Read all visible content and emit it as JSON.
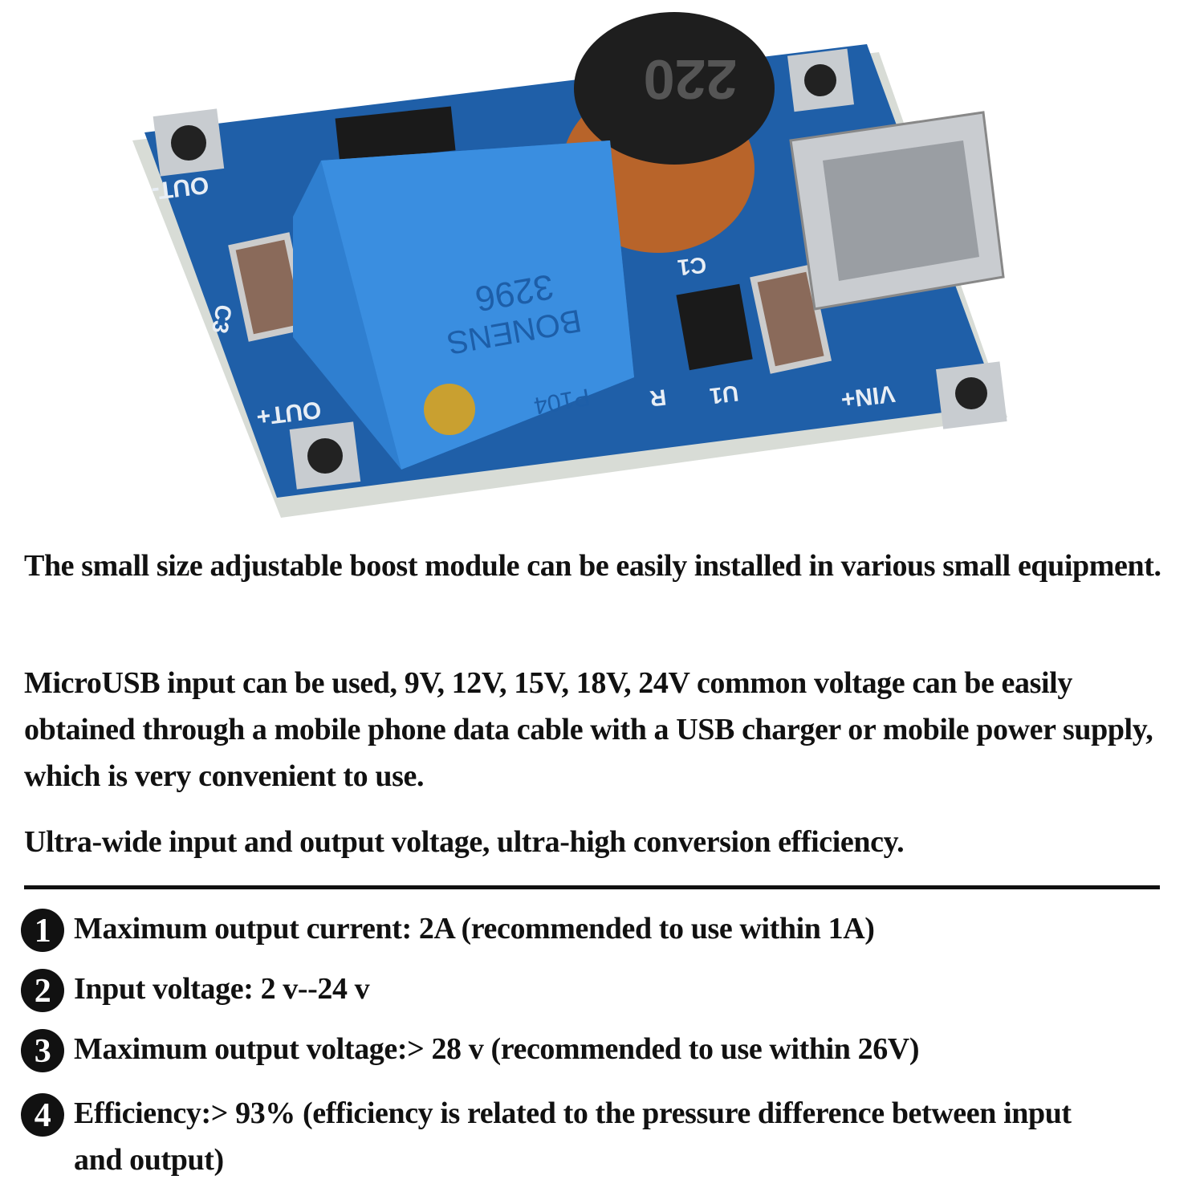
{
  "product_photo": {
    "board_labels": [
      "OUT-",
      "OUT+",
      "VIN+",
      "C1",
      "C3",
      "U1",
      "R"
    ],
    "inductor_marking": "220",
    "potentiometer_marking": [
      "3296",
      "BONENS",
      "P104"
    ],
    "colors": {
      "pcb": "#1f5fa8",
      "potentiometer": "#2f7fd0",
      "inductor": "#1e1e1e",
      "copper": "#b8642a",
      "usb": "#c9ccd0"
    }
  },
  "paragraphs": [
    "The small size adjustable boost module can be easily installed in various small equipment.",
    "MicroUSB input can be used, 9V, 12V, 15V, 18V, 24V common voltage can be easily obtained through a mobile phone data cable with a USB charger or mobile power supply, which is very convenient to use.",
    "Ultra-wide input and output voltage, ultra-high conversion efficiency."
  ],
  "specs": [
    {
      "number": "1",
      "text": "Maximum output current: 2A (recommended to use within 1A)"
    },
    {
      "number": "2",
      "text": "Input voltage: 2 v--24 v"
    },
    {
      "number": "3",
      "text": "Maximum output voltage:> 28 v (recommended to use within 26V)"
    },
    {
      "number": "4",
      "text": "Efficiency:> 93% (efficiency is related to the pressure difference between input and output)"
    }
  ]
}
